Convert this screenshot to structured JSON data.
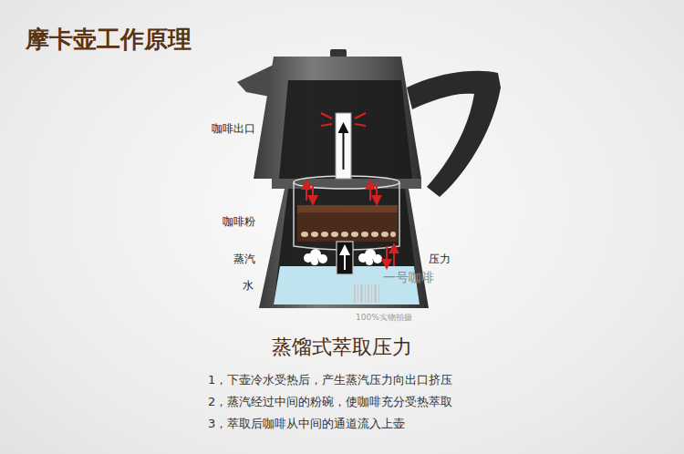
{
  "diagram": {
    "title": "摩卡壶工作原理",
    "labels": [
      "咖啡出口",
      "咖啡粉",
      "蒸汽",
      "压力",
      "水",
      "一号咖啡",
      "100%实物拍摄",
      "蒸馏式萃取压力",
      "1，下壶冷水受热后，产生蒸汽压力向出口挤压",
      "2，蒸汽经过中间的粉碗，使咖啡充分受热萃取",
      "3，萃取后咖啡从中间的通道流入上壶"
    ]
  }
}
